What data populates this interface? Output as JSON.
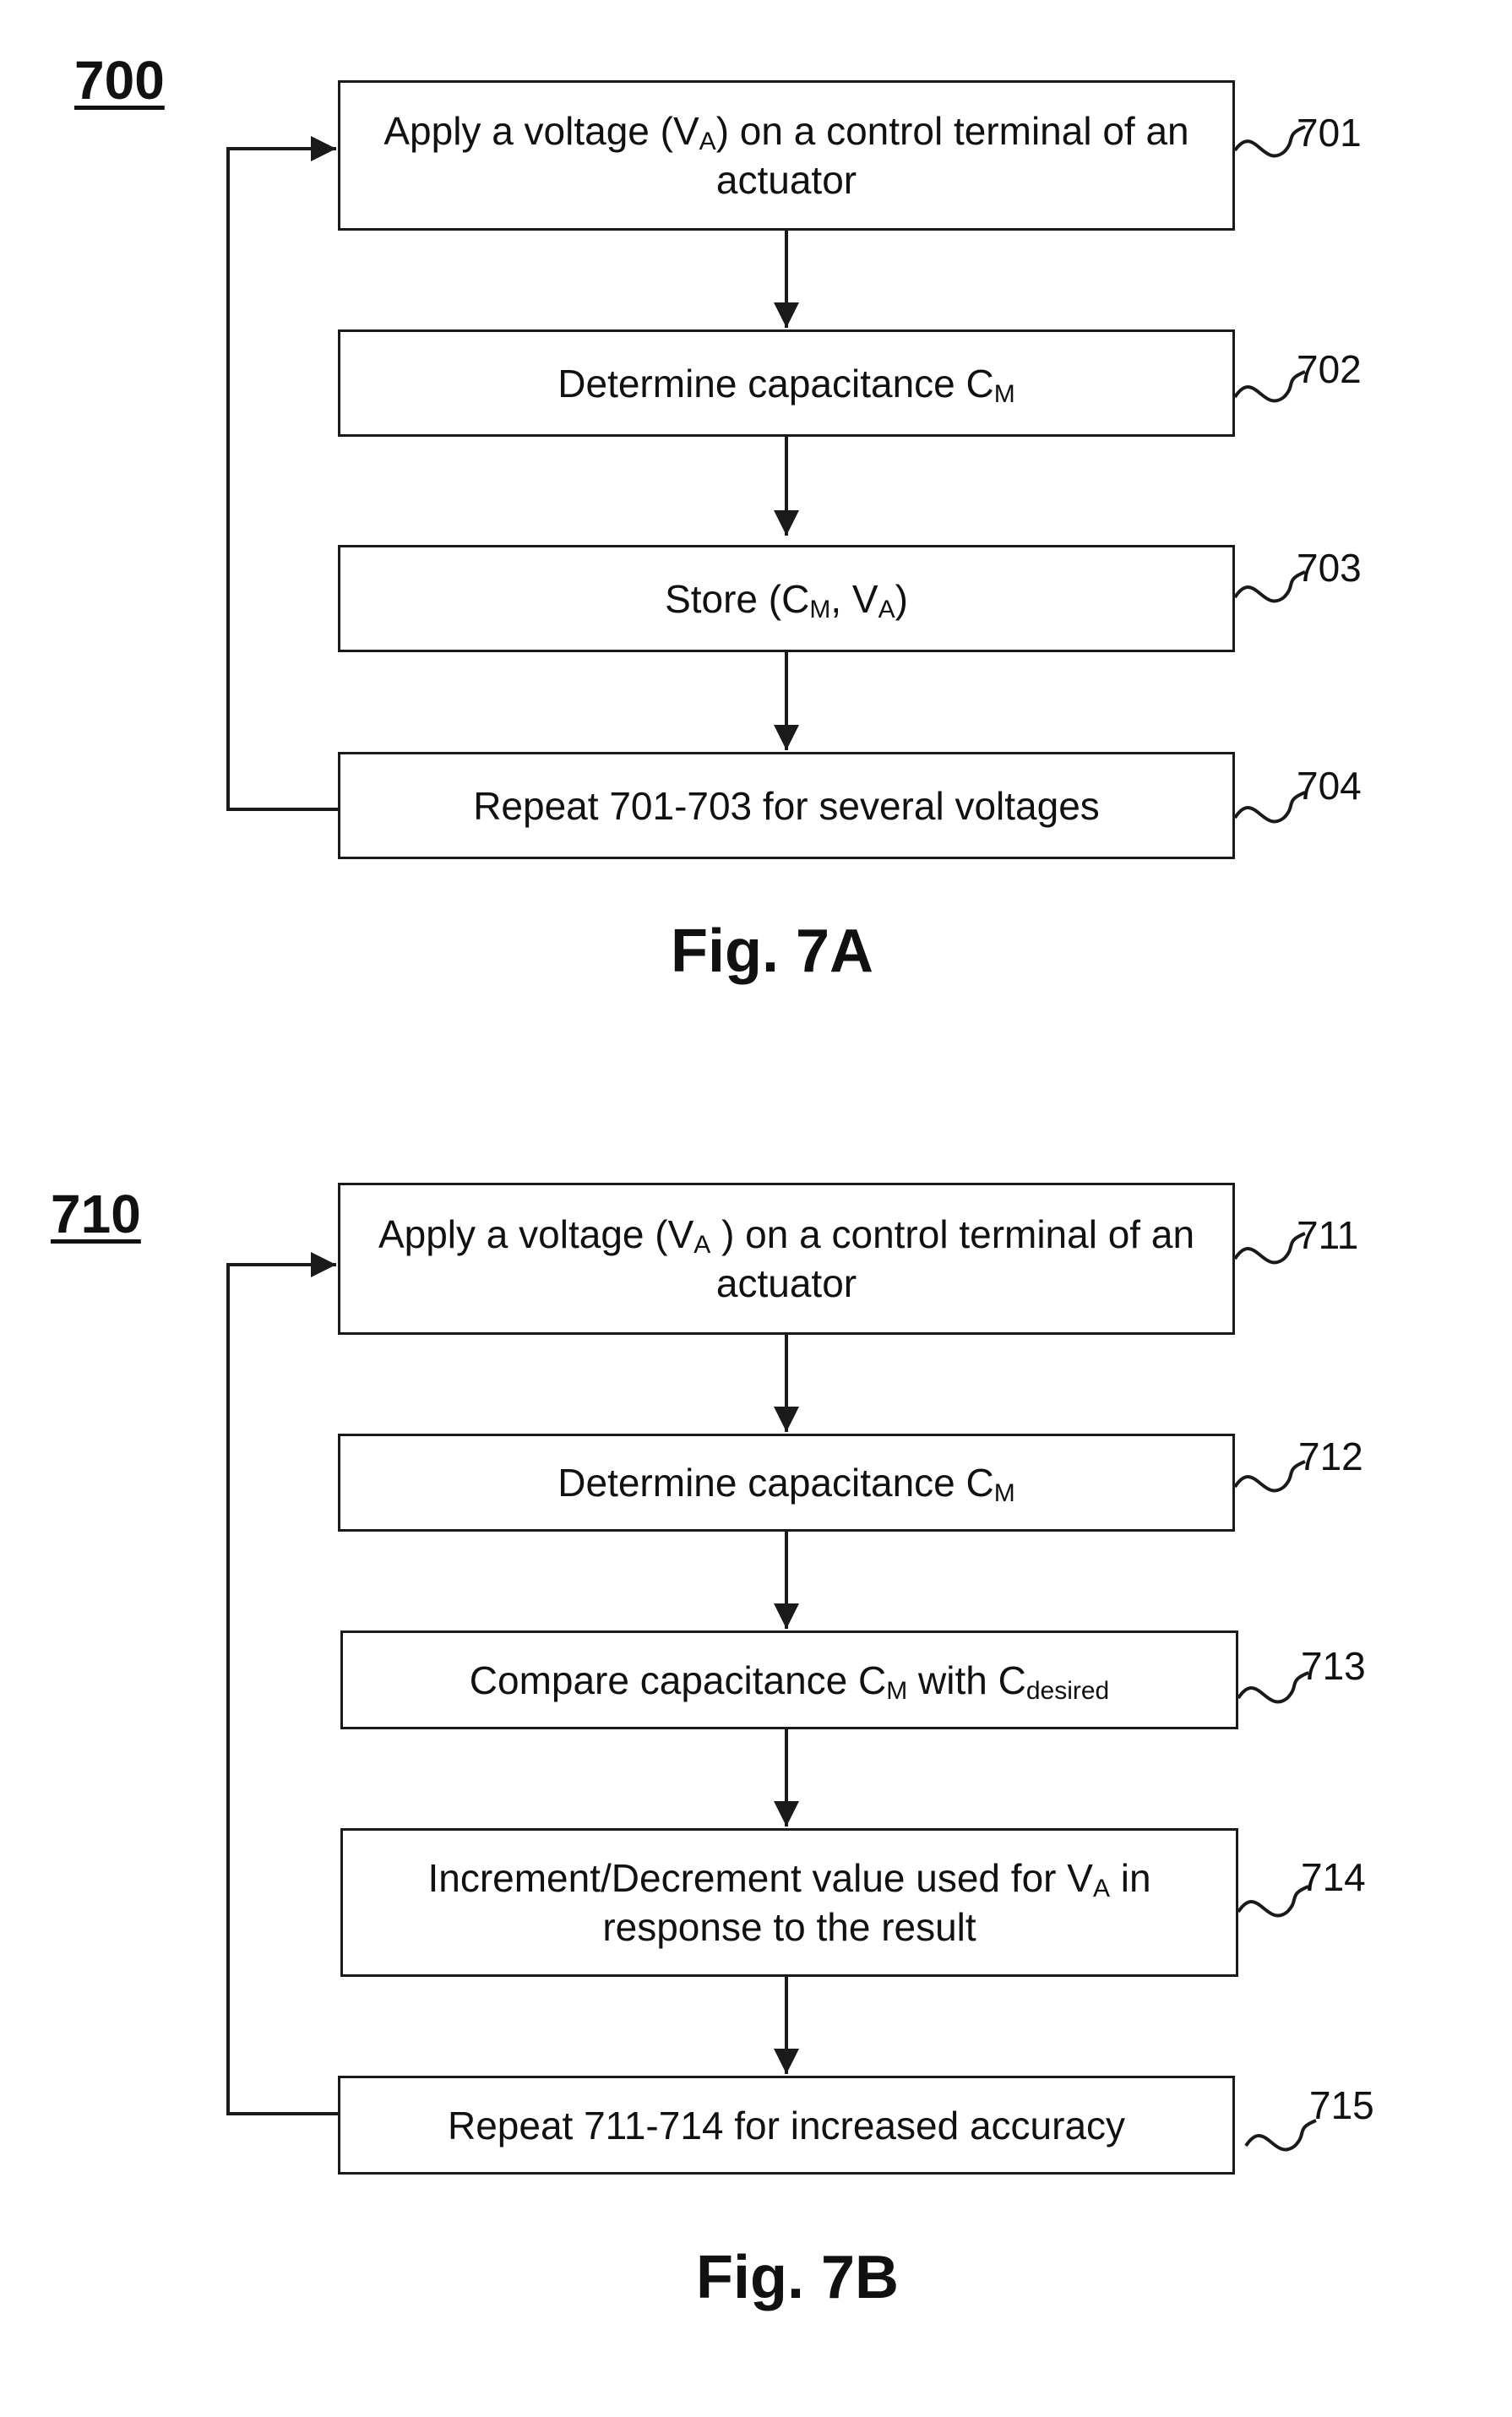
{
  "figures": [
    {
      "id": "700",
      "caption": "Fig. 7A",
      "steps": [
        {
          "ref": "701",
          "parts": [
            "Apply a voltage (V",
            "A",
            ") on a control terminal of an actuator"
          ]
        },
        {
          "ref": "702",
          "parts": [
            "Determine capacitance C",
            "M",
            ""
          ]
        },
        {
          "ref": "703",
          "parts": [
            "Store (C",
            "M",
            ", V",
            "A",
            ")"
          ]
        },
        {
          "ref": "704",
          "parts": [
            "Repeat 701-703 for several voltages"
          ]
        }
      ]
    },
    {
      "id": "710",
      "caption": "Fig. 7B",
      "steps": [
        {
          "ref": "711",
          "parts": [
            "Apply a voltage (V",
            "A",
            " ) on a control terminal of an actuator"
          ]
        },
        {
          "ref": "712",
          "parts": [
            "Determine capacitance C",
            "M",
            ""
          ]
        },
        {
          "ref": "713",
          "parts": [
            "Compare capacitance C",
            "M",
            " with C",
            "desired",
            ""
          ]
        },
        {
          "ref": "714",
          "parts": [
            "Increment/Decrement value used for V",
            "A",
            " in response to the result"
          ]
        },
        {
          "ref": "715",
          "parts": [
            "Repeat 711-714 for increased accuracy"
          ]
        }
      ]
    }
  ]
}
